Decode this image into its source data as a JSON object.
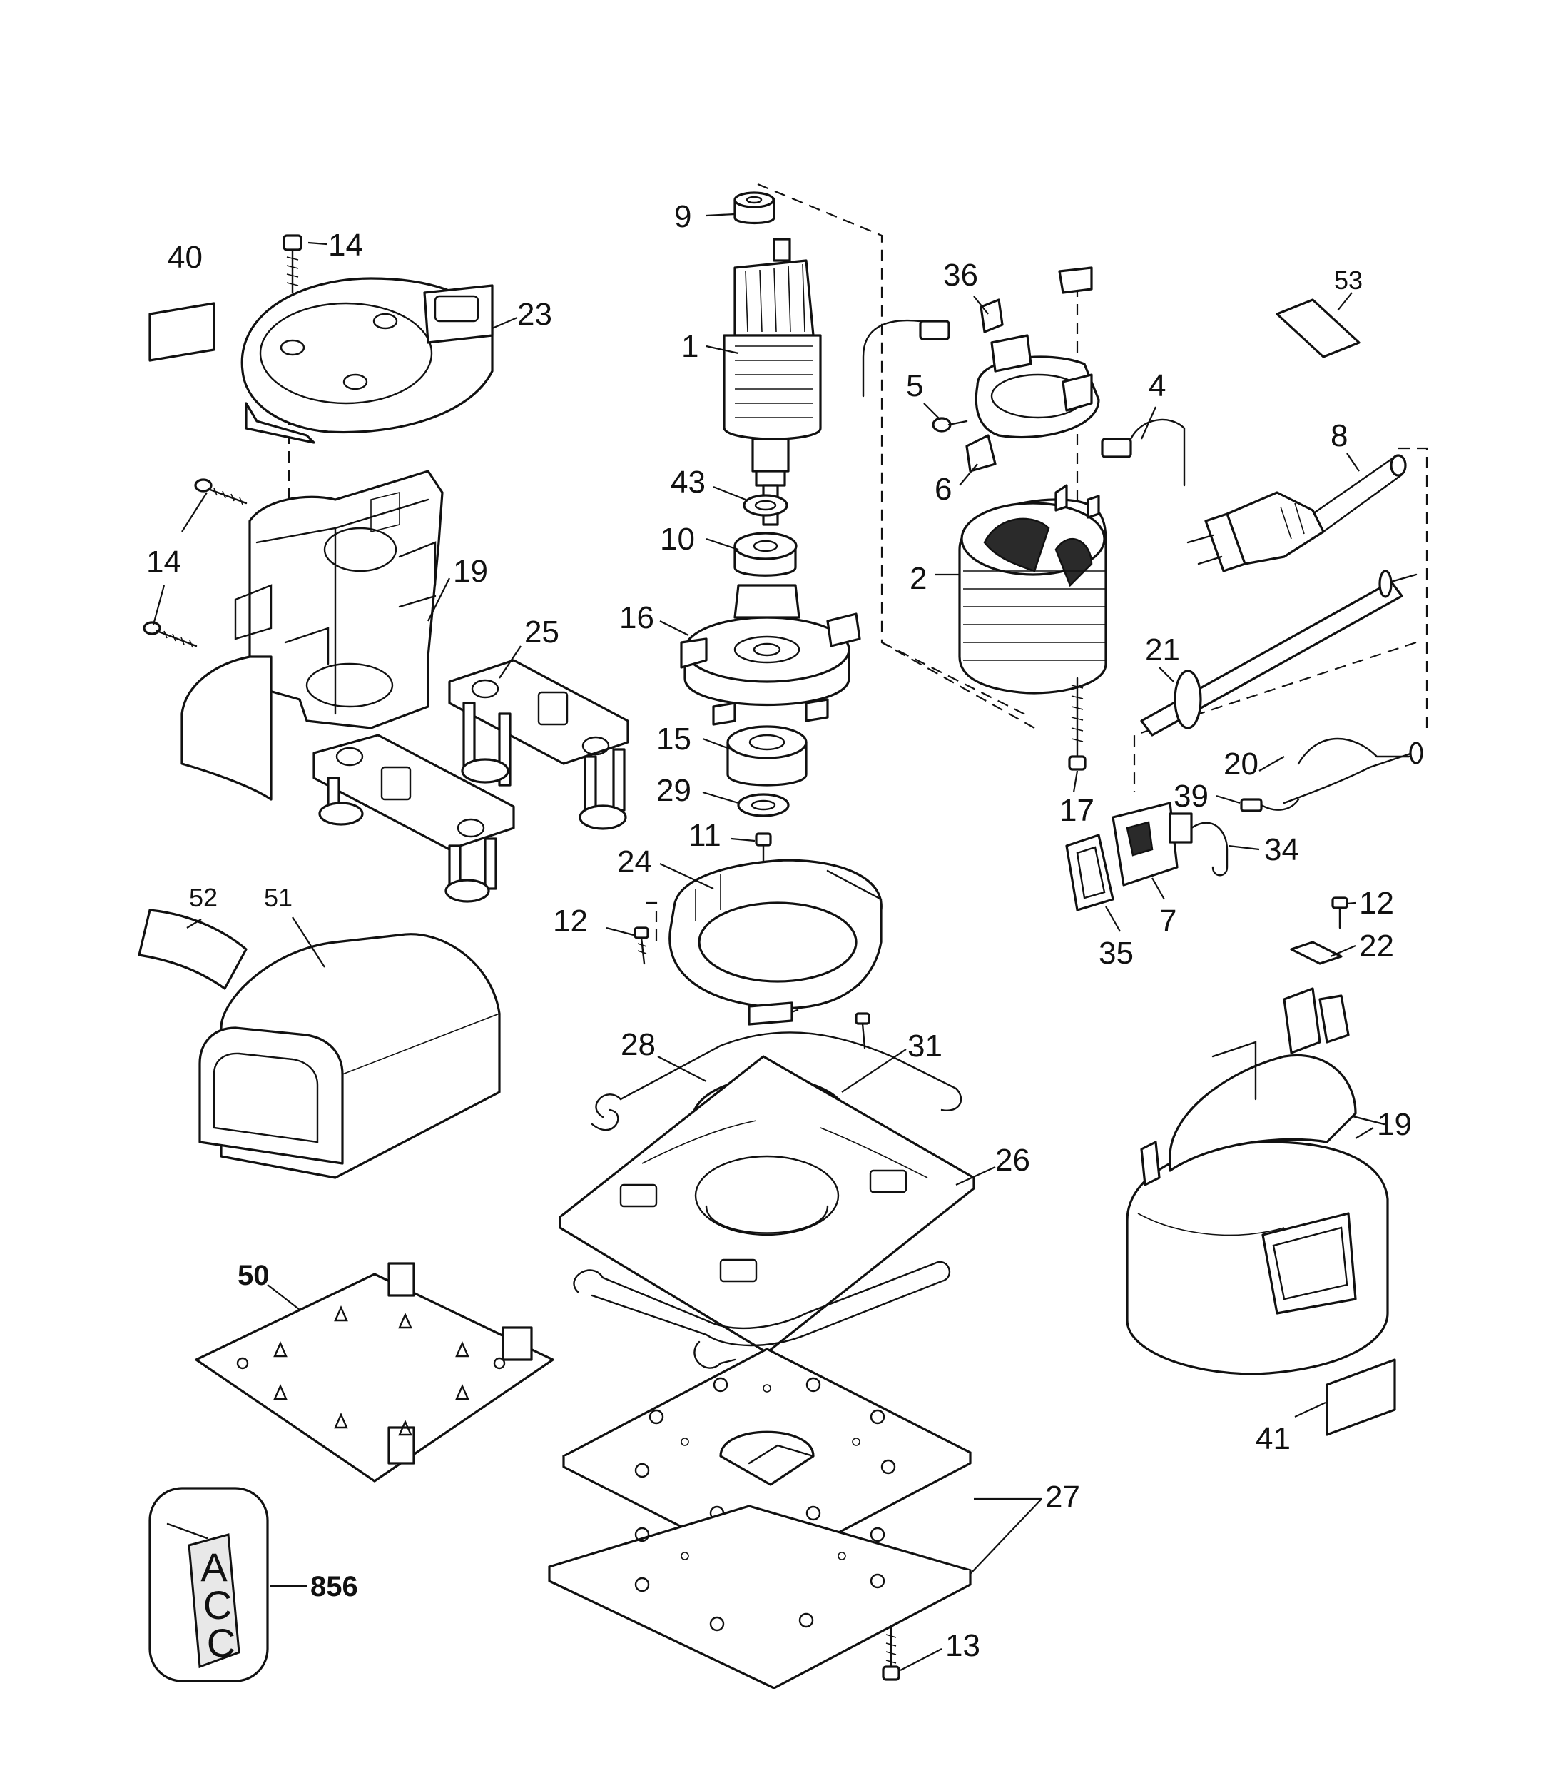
{
  "diagram": {
    "callouts": {
      "c1": "1",
      "c2": "2",
      "c4": "4",
      "c5": "5",
      "c6": "6",
      "c7": "7",
      "c8": "8",
      "c9": "9",
      "c10": "10",
      "c11": "11",
      "c12a": "12",
      "c12b": "12",
      "c13": "13",
      "c14a": "14",
      "c14b": "14",
      "c15": "15",
      "c16": "16",
      "c17": "17",
      "c19a": "19",
      "c19b": "19",
      "c20": "20",
      "c21": "21",
      "c22": "22",
      "c23": "23",
      "c24": "24",
      "c25": "25",
      "c26": "26",
      "c27": "27",
      "c28": "28",
      "c29": "29",
      "c31": "31",
      "c34": "34",
      "c35": "35",
      "c36": "36",
      "c39": "39",
      "c40": "40",
      "c41": "41",
      "c43": "43",
      "c50": "50",
      "c51": "51",
      "c52": "52",
      "c53": "53",
      "c856": "856"
    },
    "tag_letters": [
      "A",
      "C",
      "C"
    ]
  }
}
